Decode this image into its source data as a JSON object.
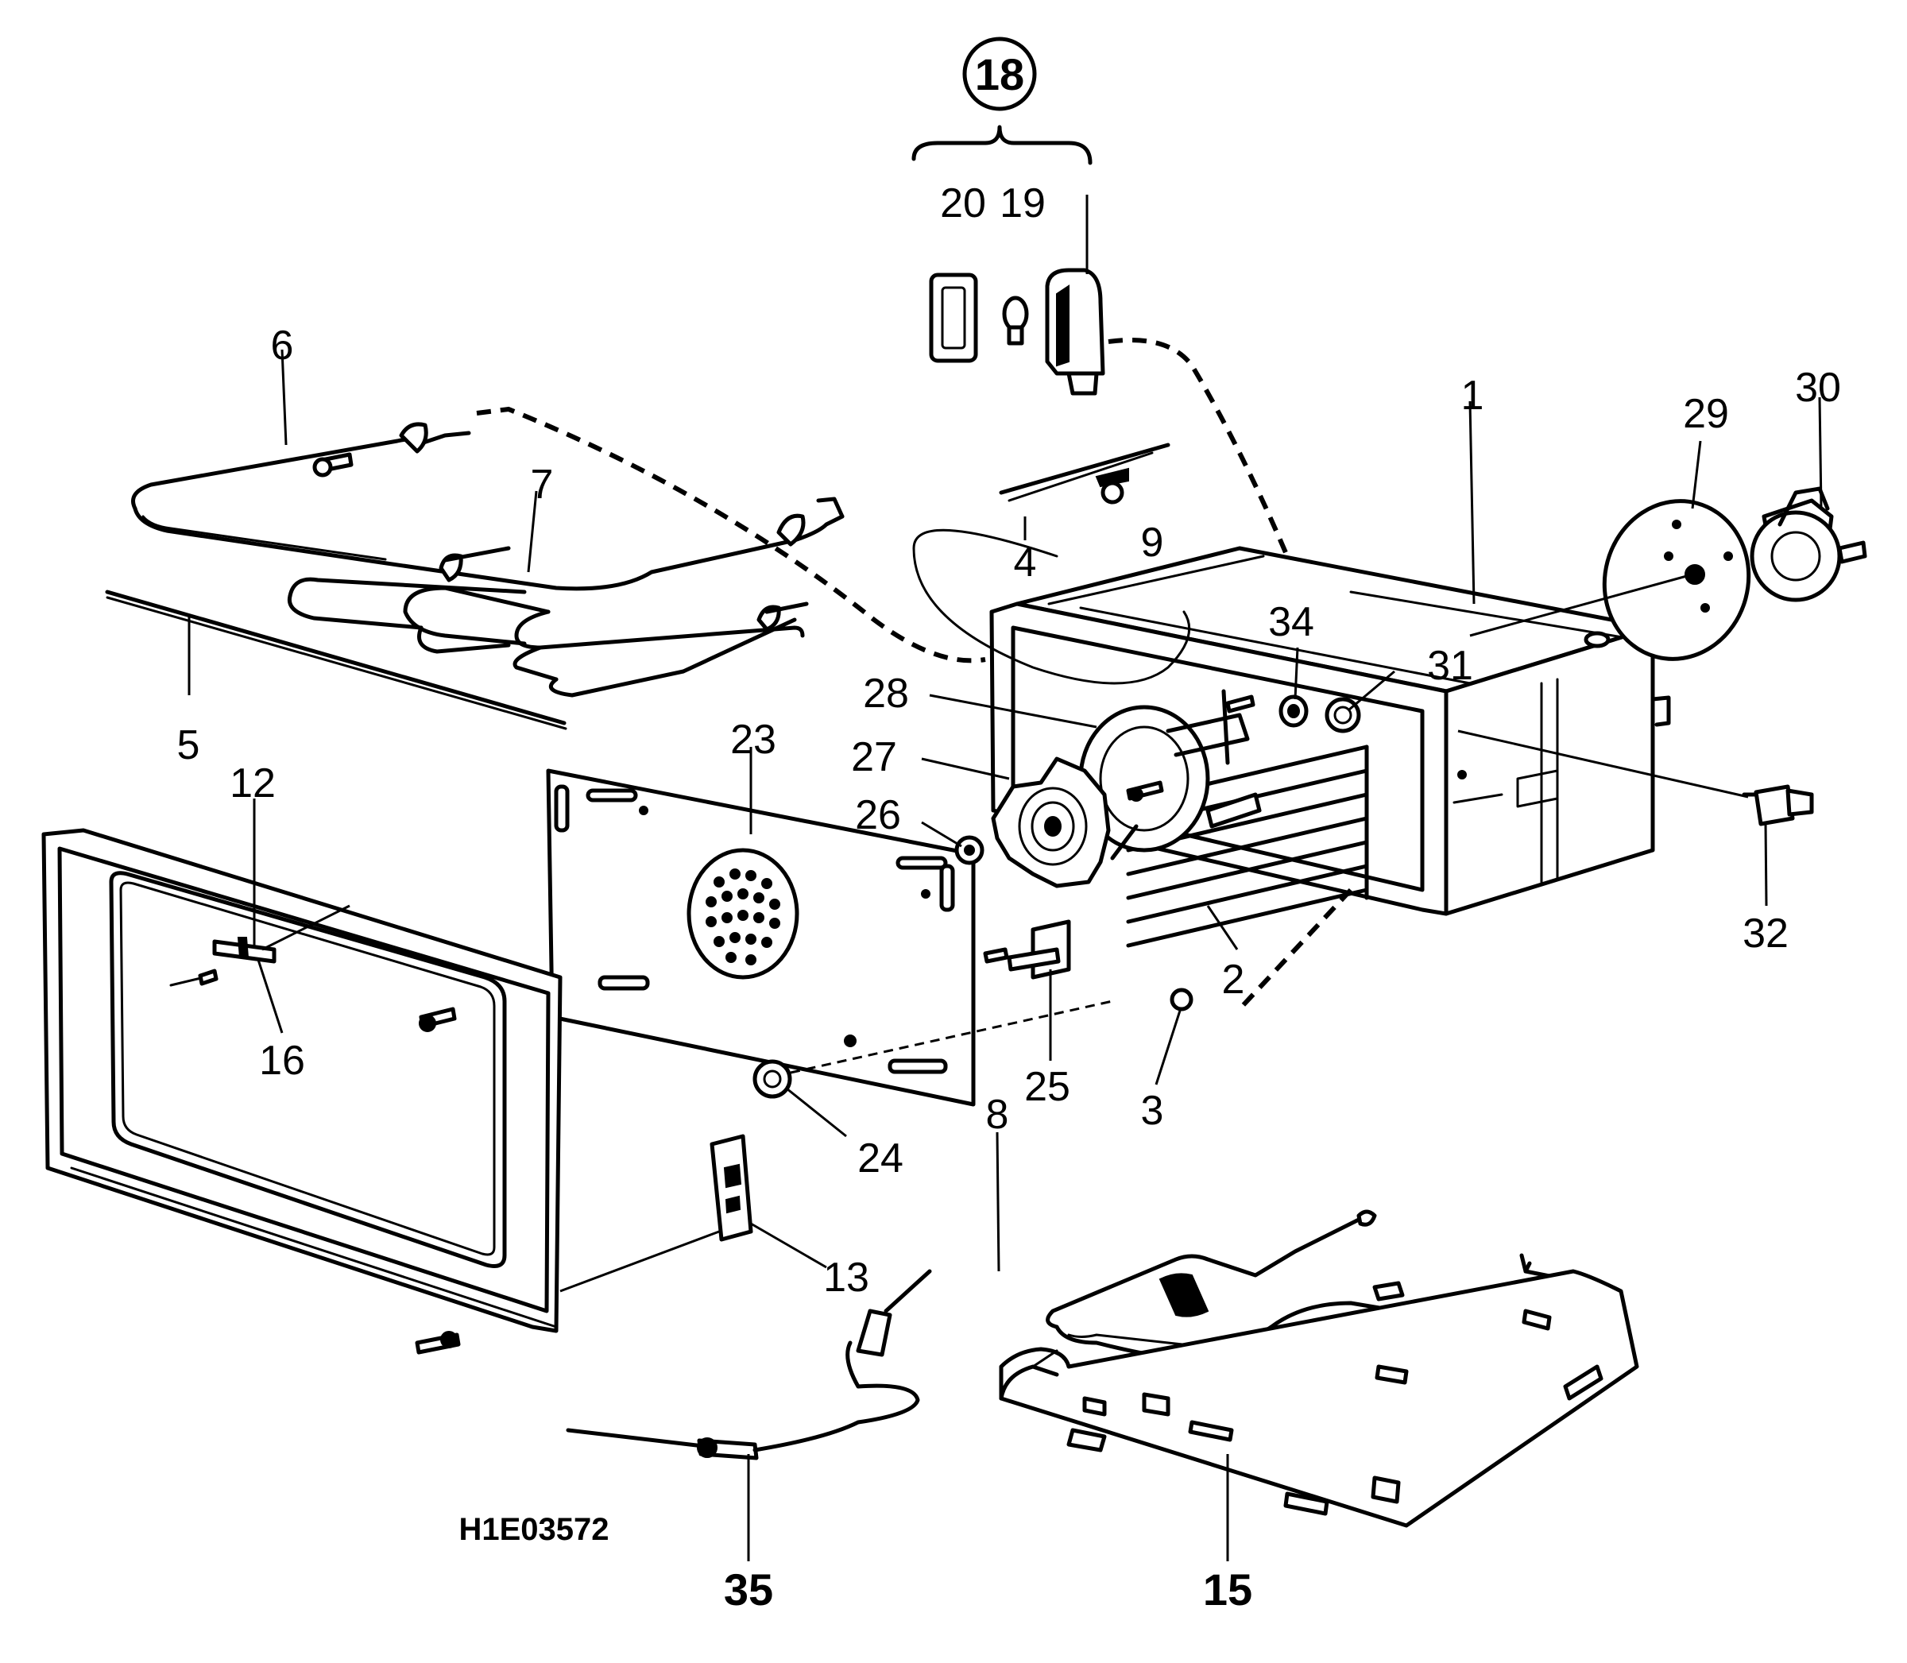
{
  "drawing_code": "H1E03572",
  "labels": {
    "p1": "1",
    "p2": "2",
    "p3": "3",
    "p4": "4",
    "p5": "5",
    "p6": "6",
    "p7": "7",
    "p8": "8",
    "p9": "9",
    "p12": "12",
    "p13": "13",
    "p15": "15",
    "p16": "16",
    "p18": "18",
    "p19": "19",
    "p20": "20",
    "p23": "23",
    "p24": "24",
    "p25": "25",
    "p26": "26",
    "p27": "27",
    "p28": "28",
    "p29": "29",
    "p30": "30",
    "p31": "31",
    "p32": "32",
    "p34": "34",
    "p35": "35"
  }
}
